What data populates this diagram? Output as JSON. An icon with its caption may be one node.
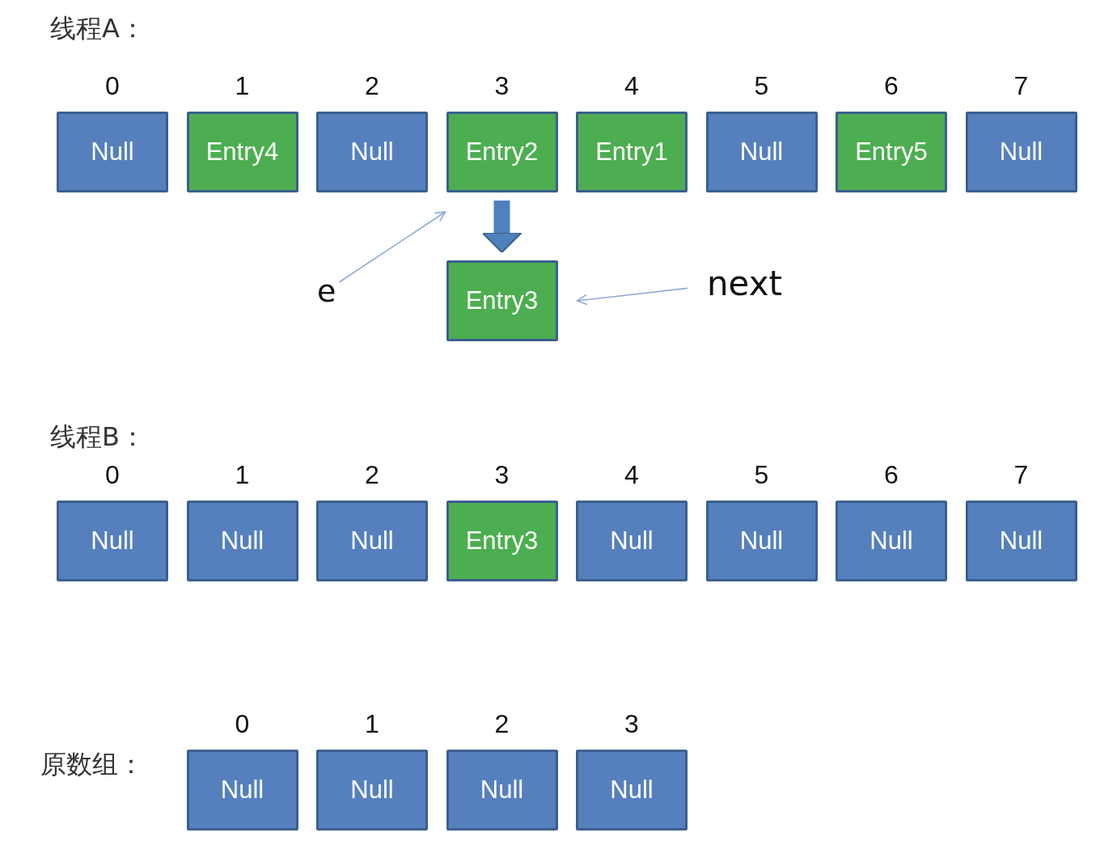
{
  "diagram": {
    "nodes": [
      {
        "text": [
          "Null"
        ]
      },
      {
        "text": [
          "Entry4"
        ]
      },
      {
        "text": [
          "Null"
        ]
      },
      {
        "text": [
          "Entry2"
        ]
      },
      {
        "text": [
          "Entry1"
        ]
      },
      {
        "text": [
          "Null"
        ]
      },
      {
        "text": [
          "Entry5"
        ]
      },
      {
        "text": [
          "Null"
        ]
      },
      {
        "text": [
          "Entry3"
        ]
      },
      {
        "text": [
          "e"
        ]
      },
      {
        "text": [
          "next"
        ]
      },
      {
        "text": [
          "Null"
        ]
      },
      {
        "text": [
          "Null"
        ]
      },
      {
        "text": [
          "Null"
        ]
      },
      {
        "text": [
          "Entry3"
        ]
      },
      {
        "text": [
          "Null"
        ]
      },
      {
        "text": [
          "Null"
        ]
      },
      {
        "text": [
          "Null"
        ]
      },
      {
        "text": [
          "Null"
        ]
      },
      {
        "text": [
          "Null"
        ]
      },
      {
        "text": [
          "Null"
        ]
      },
      {
        "text": [
          "Null"
        ]
      },
      {
        "text": [
          "Null"
        ]
      }
    ],
    "edges": [
      {
        "from": 3,
        "to": 8,
        "arrow": "to",
        "style": "thick",
        "color": "#4f81bd"
      },
      {
        "from": 9,
        "to": 3,
        "arrow": "to"
      },
      {
        "from": 10,
        "to": 8,
        "arrow": "to"
      }
    ],
    "labels": [
      "线程A：",
      "0",
      "1",
      "2",
      "3",
      "4",
      "5",
      "6",
      "7",
      "线程B：",
      "0",
      "1",
      "2",
      "3",
      "4",
      "5",
      "6",
      "7",
      "0",
      "1",
      "2",
      "3",
      "原数组："
    ]
  }
}
